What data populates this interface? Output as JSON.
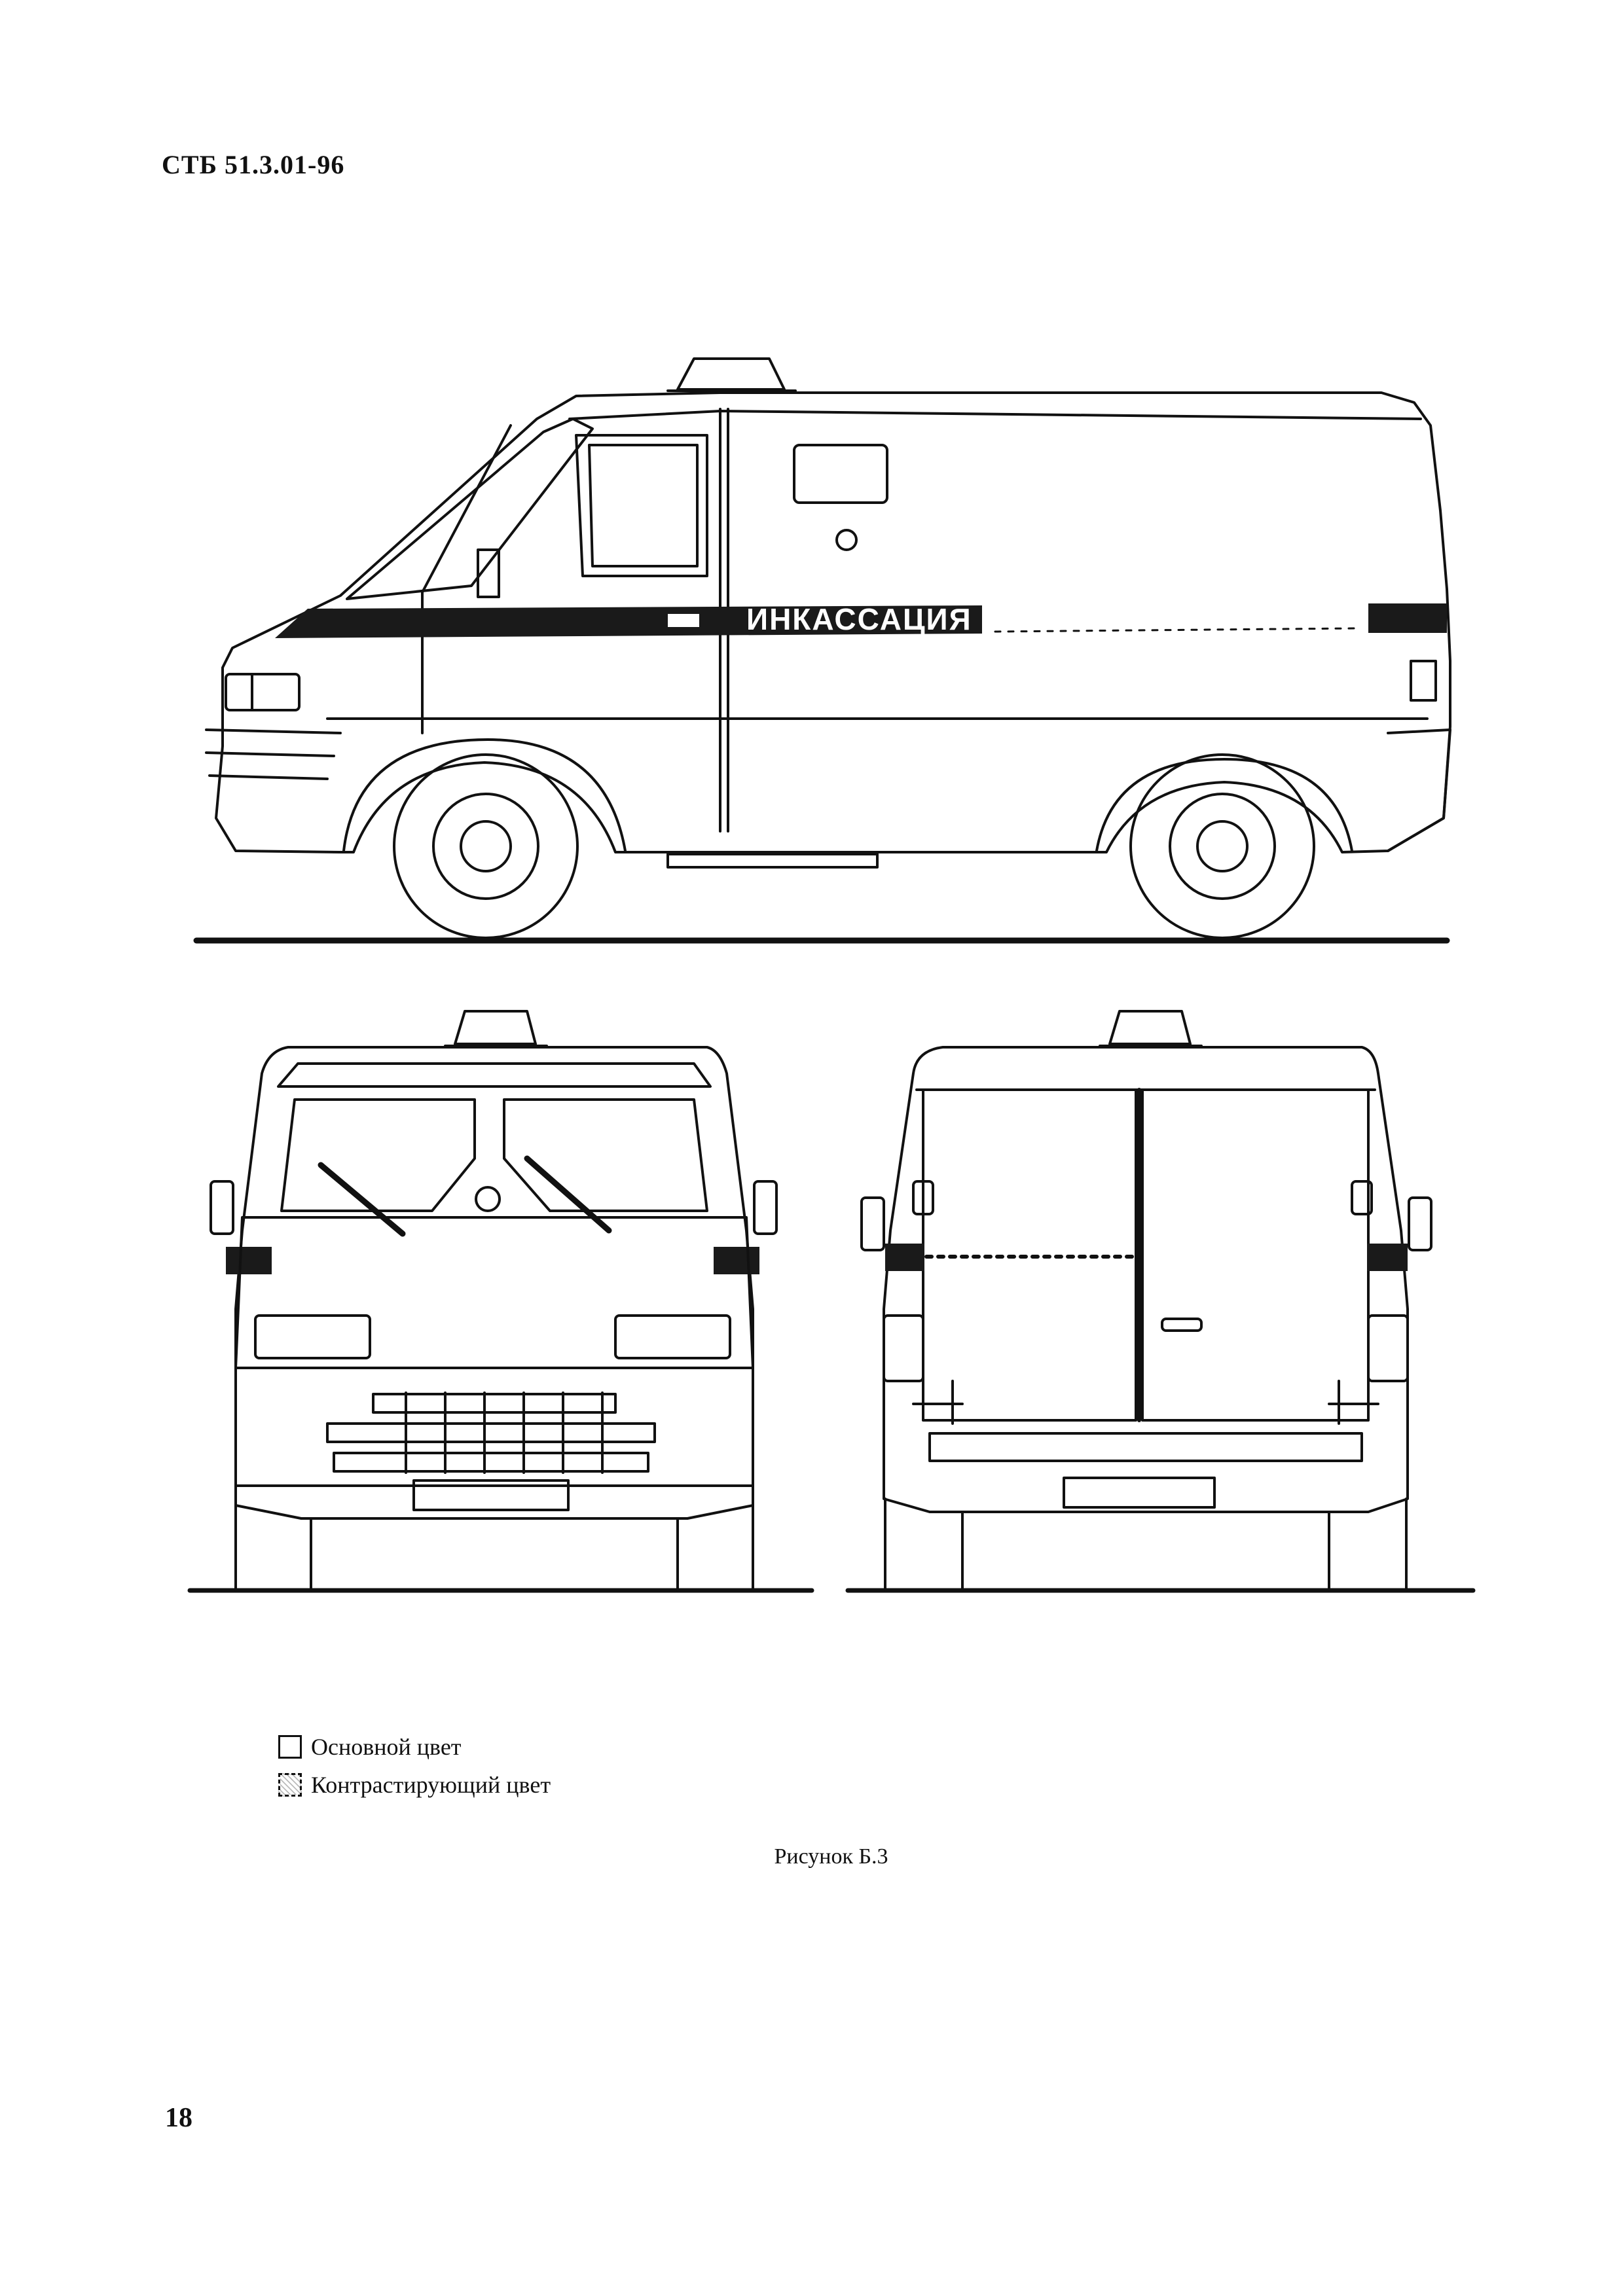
{
  "header": {
    "standard_id": "СТБ 51.3.01-96"
  },
  "figure": {
    "side_view_label": "ИНКАССАЦИЯ"
  },
  "legend": {
    "items": [
      {
        "label": "Основной цвет"
      },
      {
        "label": "Контрастирующий цвет"
      }
    ]
  },
  "caption": {
    "text": "Рисунок Б.3"
  },
  "page": {
    "number": "18"
  },
  "colors": {
    "ink": "#111111",
    "paper": "#ffffff",
    "contrast_band": "#1a1a1a"
  }
}
